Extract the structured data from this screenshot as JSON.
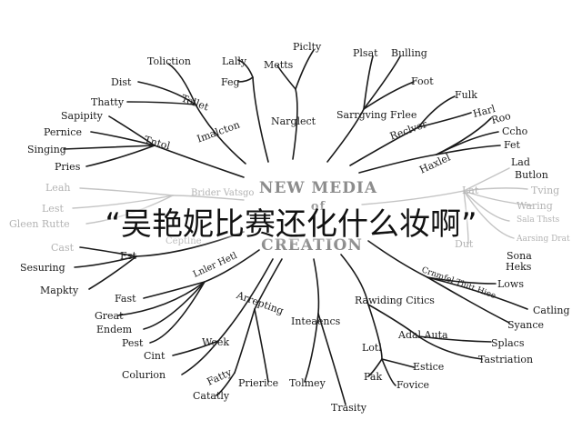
{
  "center": [
    "NEW MEDIA",
    "of",
    "CREATION"
  ],
  "headline": "“吴艳妮比赛还化什么妆啊”",
  "branches": {
    "top_left": {
      "hub": "Tollet",
      "leaves": [
        "Toliction",
        "Dist",
        "Thatty"
      ]
    },
    "top_mid": {
      "hub": "Imalcton",
      "leaves": [
        "Lally",
        "Feg"
      ]
    },
    "top_center": {
      "hub": "Narglect",
      "leaves": [
        "Piclty",
        "Metts"
      ]
    },
    "top_right": {
      "hub": "Sarrgving Frlee",
      "leaves": [
        "Plsat",
        "Bulling",
        "Foot"
      ]
    },
    "right_upper": {
      "hub": "Reclver",
      "leaves": [
        "Fulk",
        "Harl"
      ]
    },
    "right_mid": {
      "hub": "Haxlel",
      "leaves": [
        "Roo",
        "Ccho",
        "Fet"
      ]
    },
    "right_faded": {
      "hub": "Lat",
      "leaves": [
        "Lad",
        "Butlon",
        "Tving",
        "Waring",
        "Sala Thsts",
        "Aarsing Drat",
        "Dut",
        "Sona",
        "Heks"
      ]
    },
    "left_mid": {
      "hub": "Tntol",
      "leaves": [
        "Sapipity",
        "Pernice",
        "Singing",
        "Pries"
      ]
    },
    "left_faded": {
      "hub": "Brider Vatsgo",
      "leaves": [
        "Leah",
        "Lest",
        "Gleen Rutte"
      ]
    },
    "left_lower": {
      "hub": "Est",
      "leaves": [
        "Cast",
        "Sesuring",
        "Mapkty"
      ]
    },
    "center_left": {
      "hub": "Ceptlne",
      "leaves": []
    },
    "bottom_left": {
      "hub": "Lnler Hetl",
      "leaves": [
        "Fast",
        "Great",
        "Endem",
        "Pest"
      ]
    },
    "bottom_left2": {
      "hub": "Week",
      "leaves": [
        "Cint",
        "Colurion"
      ]
    },
    "bottom_mid_left": {
      "hub": "Arrepting",
      "leaves": [
        "Fatty",
        "Catatly",
        "Prierice"
      ]
    },
    "bottom_mid": {
      "hub": "Inteaencs",
      "leaves": [
        "Tolmey",
        "Trasity"
      ]
    },
    "bottom_right": {
      "hub": "Rawiding Citics",
      "leaves": [
        "Adal Auta",
        "Lotl",
        "Estice",
        "Pak",
        "Fovice"
      ]
    },
    "right_lower": {
      "hub": "Crnmfel Tlutt Hiee",
      "leaves": [
        "Lows",
        "Catling",
        "Syance",
        "Splacs",
        "Tastriation"
      ]
    }
  }
}
